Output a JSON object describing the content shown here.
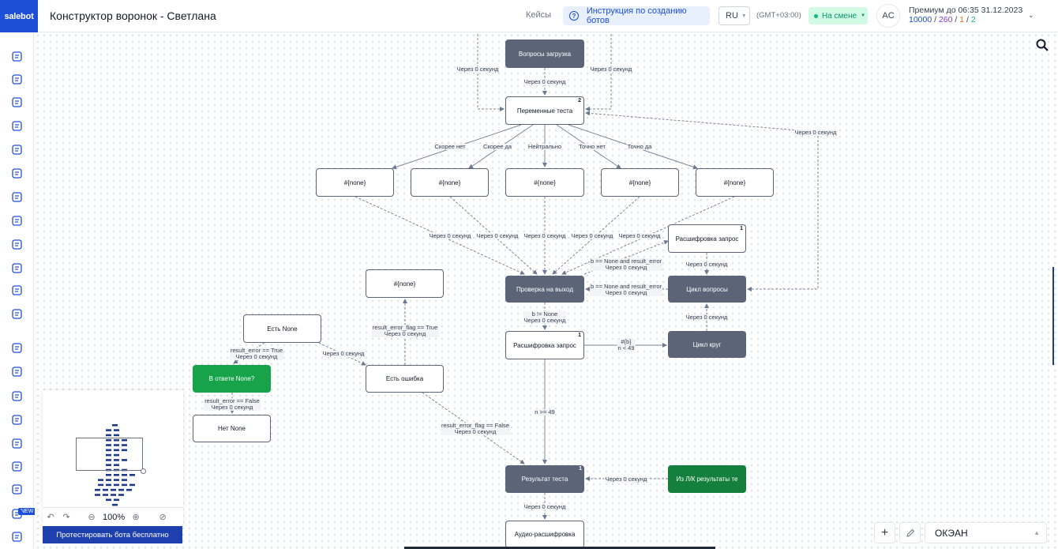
{
  "header": {
    "logo": "salebot",
    "title": "Конструктор воронок - Светлана",
    "cases_label": "Кейсы",
    "guide_label": "Инструкция по созданию ботов",
    "language": "RU",
    "timezone": "(GMT+03:00)",
    "shift_label": "На смене",
    "avatar_initials": "AC",
    "premium_label": "Премиум до 06:35 31.12.2023",
    "counts": {
      "a": "10000",
      "b": "260",
      "c": "1",
      "d": "2"
    },
    "sep": "/"
  },
  "sidebar": {
    "icons": [
      "funnel-constructor-icon",
      "clients-icon",
      "target-icon",
      "table-icon",
      "list-icon",
      "mail-icon",
      "archive-icon",
      "courses-icon",
      "tv-icon",
      "stats-icon",
      "calculator-icon",
      "database-icon",
      "chat-icon",
      "integrations-icon",
      "payments-icon",
      "shop-icon",
      "apps-icon",
      "forms-icon",
      "tag-icon",
      "cloud-icon",
      "files-icon"
    ],
    "new_badge": "NEW"
  },
  "canvas": {
    "nodes": [
      {
        "id": "n1",
        "label": "Вопросы загрузка",
        "style": "dark",
        "badge": ""
      },
      {
        "id": "n2",
        "label": "Переменные теста",
        "style": "light",
        "badge": "2"
      },
      {
        "id": "n3",
        "label": "#{none}",
        "style": "light",
        "badge": ""
      },
      {
        "id": "n4",
        "label": "#{none}",
        "style": "light",
        "badge": ""
      },
      {
        "id": "n5",
        "label": "#{none}",
        "style": "light",
        "badge": ""
      },
      {
        "id": "n6",
        "label": "#{none}",
        "style": "light",
        "badge": ""
      },
      {
        "id": "n7",
        "label": "#{none}",
        "style": "light",
        "badge": ""
      },
      {
        "id": "n8",
        "label": "Расшифровка запрос",
        "style": "light",
        "badge": "1"
      },
      {
        "id": "n9",
        "label": "#{none}",
        "style": "light",
        "badge": ""
      },
      {
        "id": "n10",
        "label": "Проверка на выход",
        "style": "dark",
        "badge": ""
      },
      {
        "id": "n11",
        "label": "Цикл вопросы",
        "style": "dark",
        "badge": ""
      },
      {
        "id": "n12",
        "label": "Есть None",
        "style": "light",
        "badge": ""
      },
      {
        "id": "n13",
        "label": "Расшифровка запрос",
        "style": "light",
        "badge": "1"
      },
      {
        "id": "n14",
        "label": "Цикл круг",
        "style": "dark",
        "badge": ""
      },
      {
        "id": "n15",
        "label": "В ответе None?",
        "style": "green",
        "badge": ""
      },
      {
        "id": "n16",
        "label": "Есть ошибка",
        "style": "light",
        "badge": ""
      },
      {
        "id": "n17",
        "label": "Нет None",
        "style": "light",
        "badge": ""
      },
      {
        "id": "n18",
        "label": "Результат теста",
        "style": "dark",
        "badge": "1"
      },
      {
        "id": "n19",
        "label": "Из Л/К результаты те",
        "style": "green2",
        "badge": ""
      },
      {
        "id": "n20",
        "label": "Аудио-расшифровка",
        "style": "light",
        "badge": ""
      }
    ],
    "edge_labels": [
      {
        "id": "e1",
        "lines": [
          "Через 0 секунд"
        ]
      },
      {
        "id": "e2",
        "lines": [
          "Через 0 секунд"
        ]
      },
      {
        "id": "e3",
        "lines": [
          "Через 0 секунд"
        ]
      },
      {
        "id": "e4",
        "lines": [
          "Через 0 секунд"
        ]
      },
      {
        "id": "e5",
        "lines": [
          "Скорее нет"
        ]
      },
      {
        "id": "e6",
        "lines": [
          "Скорее да"
        ]
      },
      {
        "id": "e7",
        "lines": [
          "Нейтрально"
        ]
      },
      {
        "id": "e8",
        "lines": [
          "Точно нет"
        ]
      },
      {
        "id": "e9",
        "lines": [
          "Точно да"
        ]
      },
      {
        "id": "e10",
        "lines": [
          "Через 0 секунд"
        ]
      },
      {
        "id": "e11",
        "lines": [
          "Через 0 секунд"
        ]
      },
      {
        "id": "e12",
        "lines": [
          "Через 0 секунд"
        ]
      },
      {
        "id": "e13",
        "lines": [
          "Через 0 секунд"
        ]
      },
      {
        "id": "e14",
        "lines": [
          "Через 0 секунд"
        ]
      },
      {
        "id": "e15",
        "lines": [
          "b == None and result_error",
          "Через 0 секунд"
        ]
      },
      {
        "id": "e16",
        "lines": [
          "Через 0 секунд"
        ]
      },
      {
        "id": "e17",
        "lines": [
          "b == None and result_error",
          "Через 0 секунд"
        ]
      },
      {
        "id": "e18",
        "lines": [
          "Через 0 секунд"
        ]
      },
      {
        "id": "e19",
        "lines": [
          "b != None",
          "Через 0 секунд"
        ]
      },
      {
        "id": "e20",
        "lines": [
          "result_error_flag == True",
          "Через 0 секунд"
        ]
      },
      {
        "id": "e21",
        "lines": [
          "#{b}",
          "n < 49"
        ]
      },
      {
        "id": "e22",
        "lines": [
          "result_error == True",
          "Через 0 секунд"
        ]
      },
      {
        "id": "e23",
        "lines": [
          "Через 0 секунд"
        ]
      },
      {
        "id": "e24",
        "lines": [
          "result_error == False",
          "Через 0 секунд"
        ]
      },
      {
        "id": "e25",
        "lines": [
          "n >= 49"
        ]
      },
      {
        "id": "e26",
        "lines": [
          "result_error_flag == False",
          "Через 0 секунд"
        ]
      },
      {
        "id": "e27",
        "lines": [
          "Через 0 секунд"
        ]
      },
      {
        "id": "e28",
        "lines": [
          "Через 0 секунд"
        ]
      }
    ]
  },
  "minimap": {
    "zoom": "100%"
  },
  "test_button": "Протестировать бота бесплатно",
  "funnel_select": {
    "value": "ОКЭАН"
  },
  "colors": {
    "accent": "#1d4ed8",
    "node_dark": "#5b6577",
    "node_green": "#16a34a",
    "shift_bg": "#d1fae5"
  }
}
